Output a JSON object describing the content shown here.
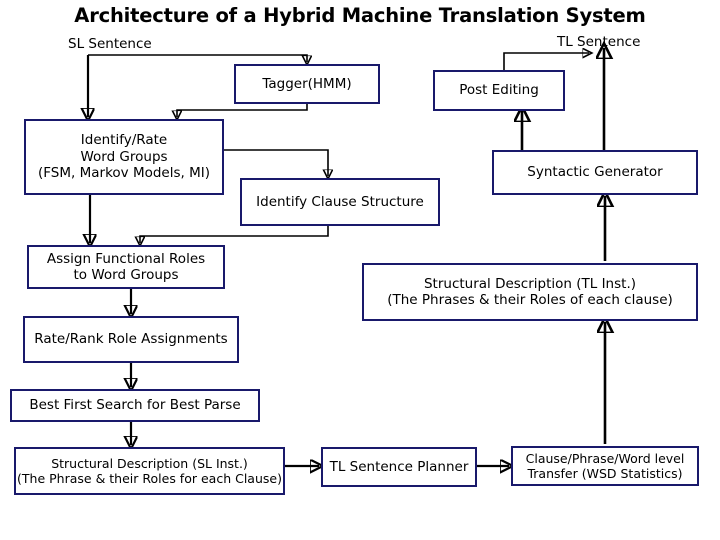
{
  "title": "Architecture of a Hybrid Machine Translation System",
  "colors": {
    "box_border": "#19196b",
    "box_fill": "#ffffff",
    "connector": "#000000",
    "title_text": "#000000",
    "label_text": "#000000"
  },
  "labels": {
    "sl_sentence": "SL Sentence",
    "tl_sentence": "TL Sentence"
  },
  "nodes": {
    "tagger": {
      "line1": "Tagger(HMM)"
    },
    "identify_rate": {
      "line1": "Identify/Rate",
      "line2": "Word Groups",
      "line3": "(FSM, Markov Models, MI)"
    },
    "identify_clause": {
      "line1": "Identify Clause Structure"
    },
    "assign_roles": {
      "line1": "Assign Functional Roles",
      "line2": "to Word Groups"
    },
    "rate_rank": {
      "line1": "Rate/Rank Role Assignments"
    },
    "best_first": {
      "line1": "Best First Search for Best Parse"
    },
    "sd_sl": {
      "line1": "Structural Description  (SL  Inst.)",
      "line2": "(The Phrase & their Roles for each Clause)"
    },
    "tl_planner": {
      "line1": "TL Sentence Planner"
    },
    "transfer": {
      "line1": "Clause/Phrase/Word level",
      "line2": "Transfer (WSD Statistics)"
    },
    "sd_tl": {
      "line1": "Structural Description (TL Inst.)",
      "line2": "(The Phrases & their Roles of each clause)"
    },
    "syntactic_generator": {
      "line1": "Syntactic Generator"
    },
    "post_editing": {
      "line1": "Post Editing"
    }
  },
  "flow": {
    "edges": [
      {
        "name": "sl-sentence-to-tagger",
        "from": "sl_sentence",
        "to": "tagger"
      },
      {
        "name": "sl-sentence-to-identify-rate",
        "from": "sl_sentence",
        "to": "identify_rate"
      },
      {
        "name": "tagger-to-identify-rate",
        "from": "tagger",
        "to": "identify_rate"
      },
      {
        "name": "identify-rate-to-identify-clause",
        "from": "identify_rate",
        "to": "identify_clause"
      },
      {
        "name": "identify-rate-to-assign-roles",
        "from": "identify_rate",
        "to": "assign_roles"
      },
      {
        "name": "identify-clause-to-assign-roles",
        "from": "identify_clause",
        "to": "assign_roles"
      },
      {
        "name": "assign-roles-to-rate-rank",
        "from": "assign_roles",
        "to": "rate_rank"
      },
      {
        "name": "rate-rank-to-best-first",
        "from": "rate_rank",
        "to": "best_first"
      },
      {
        "name": "best-first-to-sd-sl",
        "from": "best_first",
        "to": "sd_sl"
      },
      {
        "name": "sd-sl-to-tl-planner",
        "from": "sd_sl",
        "to": "tl_planner"
      },
      {
        "name": "tl-planner-to-transfer",
        "from": "tl_planner",
        "to": "transfer"
      },
      {
        "name": "transfer-to-sd-tl",
        "from": "transfer",
        "to": "sd_tl"
      },
      {
        "name": "sd-tl-to-syntactic-generator",
        "from": "sd_tl",
        "to": "syntactic_generator"
      },
      {
        "name": "syntactic-generator-to-post-editing",
        "from": "syntactic_generator",
        "to": "post_editing"
      },
      {
        "name": "syntactic-generator-to-tl-sentence",
        "from": "syntactic_generator",
        "to": "tl_sentence"
      },
      {
        "name": "post-editing-to-tl-sentence",
        "from": "post_editing",
        "to": "tl_sentence"
      }
    ]
  }
}
